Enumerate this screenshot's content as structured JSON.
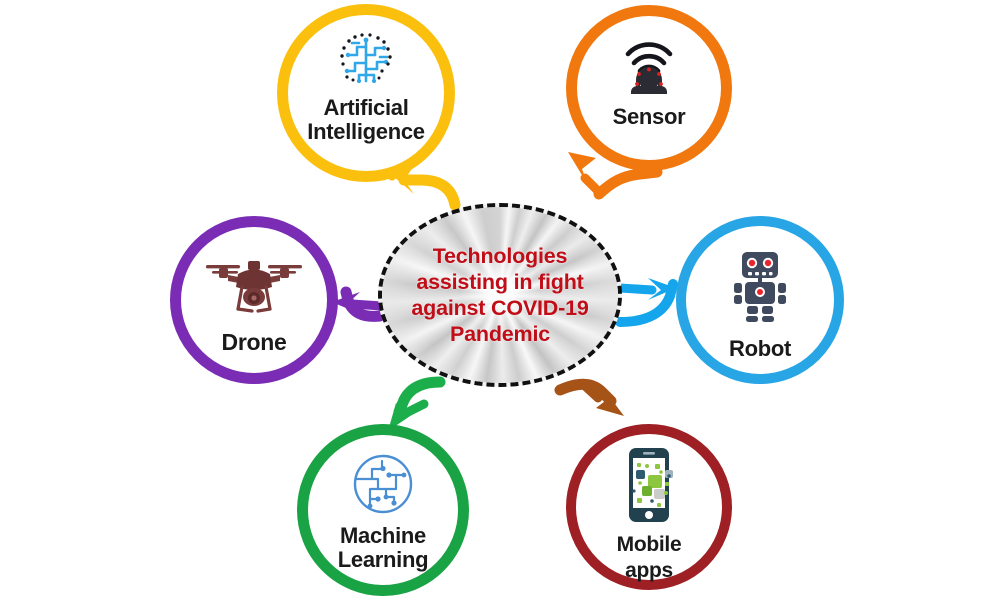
{
  "figure": {
    "title": "Technologies assisting in fight against COVID-19 Pandemic",
    "background_color": "#ffffff"
  },
  "center": {
    "name": "center-hub",
    "text_lines": [
      "Technologies",
      "assisting in fight",
      "against COVID-19",
      "Pandemic"
    ],
    "text_color": "#C10D17",
    "border_style": "dashed",
    "border_color": "#111111",
    "image": "coronavirus-particle-grayscale"
  },
  "nodes": [
    {
      "id": "artificial-intelligence",
      "label_lines": [
        "Artificial",
        "Intelligence"
      ],
      "ring_color": "#FBC00E",
      "icon": "circuit-brain-icon",
      "icon_color": "#2FA7E8",
      "position": "top-left"
    },
    {
      "id": "sensor",
      "label_lines": [
        "Sensor"
      ],
      "ring_color": "#F0780F",
      "icon": "wireless-sensor-icon",
      "icon_color": "#2B2B33",
      "position": "top-right"
    },
    {
      "id": "robot",
      "label_lines": [
        "Robot"
      ],
      "ring_color": "#27A5E4",
      "icon": "robot-icon",
      "icon_color": "#3F4A5E",
      "position": "right"
    },
    {
      "id": "mobile-apps",
      "label_lines": [
        "Mobile",
        "apps"
      ],
      "ring_color": "#9E1F24",
      "icon": "smartphone-apps-icon",
      "icon_color": "#1F3A4A",
      "position": "bottom-right"
    },
    {
      "id": "machine-learning",
      "label_lines": [
        "Machine",
        "Learning"
      ],
      "ring_color": "#19A344",
      "icon": "circuit-sphere-icon",
      "icon_color": "#4A8FD4",
      "position": "bottom-left"
    },
    {
      "id": "drone",
      "label_lines": [
        "Drone"
      ],
      "ring_color": "#7A2CB5",
      "icon": "quadcopter-drone-icon",
      "icon_color": "#7A3B3B",
      "position": "left"
    }
  ],
  "arrows": [
    {
      "id": "arrow-to-artificial-intelligence",
      "color": "#FBC00E",
      "direction": "center-to-top-left"
    },
    {
      "id": "arrow-to-sensor",
      "color": "#F0780F",
      "direction": "center-to-top-right"
    },
    {
      "id": "arrow-to-robot",
      "color": "#14A5ED",
      "direction": "center-to-right"
    },
    {
      "id": "arrow-to-mobile-apps",
      "color": "#A65318",
      "direction": "center-to-bottom-right"
    },
    {
      "id": "arrow-to-machine-learning",
      "color": "#1BAE4B",
      "direction": "center-to-bottom-left"
    },
    {
      "id": "arrow-to-drone",
      "color": "#7A2CB5",
      "direction": "center-to-left"
    }
  ]
}
